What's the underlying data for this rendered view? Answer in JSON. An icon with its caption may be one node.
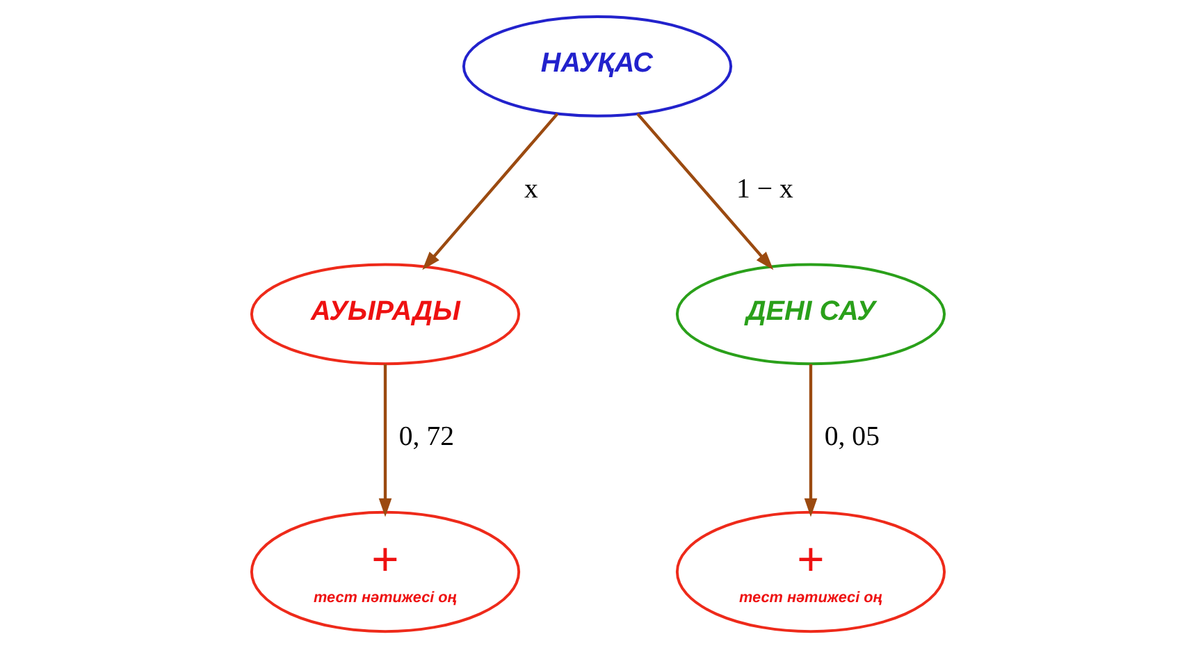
{
  "diagram": {
    "nodes": [
      {
        "text": [
          "НАУҚАС"
        ]
      },
      {
        "text": [
          "АУЫРАДЫ"
        ]
      },
      {
        "text": [
          "ДЕНІ САУ"
        ]
      },
      {
        "text": [
          "+",
          "тест нәтижесі оң"
        ]
      },
      {
        "text": [
          "+",
          "тест нәтижесі оң"
        ]
      }
    ],
    "edges": [
      {
        "from": 0,
        "to": 1,
        "arrow": "to",
        "label": "x"
      },
      {
        "from": 0,
        "to": 2,
        "arrow": "to",
        "label": "1 − x"
      },
      {
        "from": 1,
        "to": 3,
        "arrow": "to",
        "label": "0, 72"
      },
      {
        "from": 2,
        "to": 4,
        "arrow": "to",
        "label": "0, 05"
      }
    ]
  }
}
